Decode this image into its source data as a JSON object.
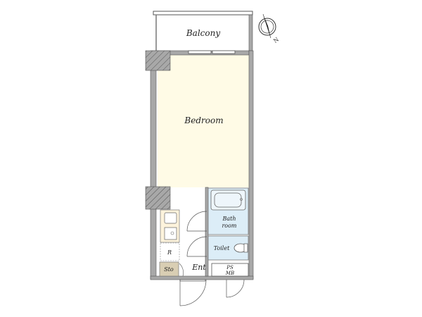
{
  "rooms": {
    "balcony": "Balcony",
    "bedroom": "Bedroom",
    "bath_line1": "Bath",
    "bath_line2": "room",
    "toilet": "Toilet",
    "refrigerator": "R",
    "storage": "Sto",
    "entrance": "Ent",
    "ps": "PS",
    "mb": "MB"
  },
  "compass": {
    "north_label": "N"
  },
  "colors": {
    "wall": "#a8a8a8",
    "bedroom_floor": "#fffbe6",
    "wet_area": "#dcedf7",
    "kitchen": "#fdf3dc",
    "storage": "#d9ceb3"
  }
}
